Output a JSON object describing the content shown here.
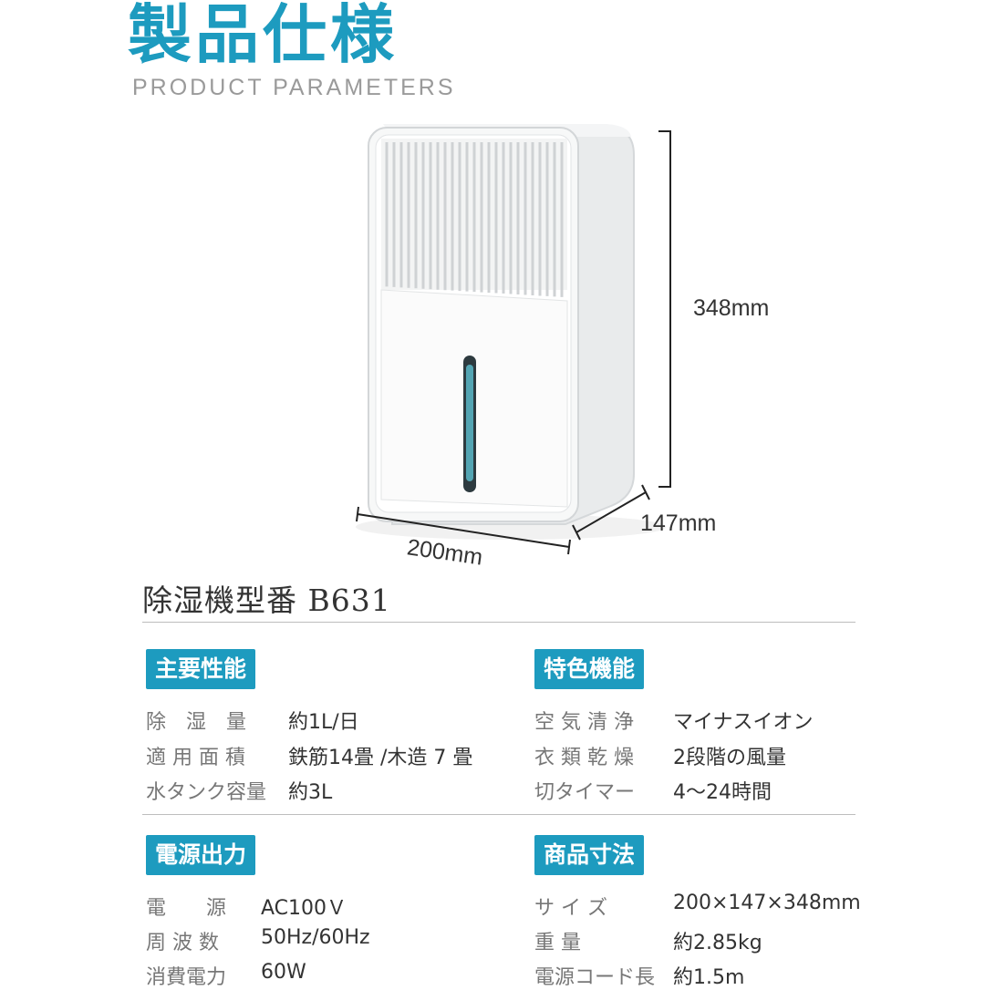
{
  "header": {
    "title": "製品仕様",
    "subtitle": "PRODUCT PARAMETERS"
  },
  "product": {
    "image": "dehumidifier-product-image",
    "height_label": "348mm",
    "depth_label": "147mm",
    "width_label": "200mm"
  },
  "model": "除湿機型番 B631",
  "sections": {
    "main_performance": {
      "title": "主要性能",
      "rows": [
        {
          "key": "除　湿　量",
          "value": "約1L/日"
        },
        {
          "key": "適 用 面 積",
          "value": "鉄筋14畳 /木造 7 畳"
        },
        {
          "key": "水タンク容量",
          "value": "約3L"
        }
      ]
    },
    "features": {
      "title": "特色機能",
      "rows": [
        {
          "key": "空 気 清 浄",
          "value": "マイナスイオン"
        },
        {
          "key": "衣 類 乾 燥",
          "value": "2段階の風量"
        },
        {
          "key": "切タイマー",
          "value": "4〜24時間"
        }
      ]
    },
    "power": {
      "title": "電源出力",
      "rows": [
        {
          "key": "電　　源",
          "value": "AC100Ｖ"
        },
        {
          "key": "周 波 数",
          "value": "50Hz/60Hz"
        },
        {
          "key": "消費電力",
          "value": "60W"
        }
      ]
    },
    "dimensions": {
      "title": "商品寸法",
      "rows": [
        {
          "key": "サ イ ズ",
          "value": "200×147×348mm"
        },
        {
          "key": "重 量",
          "value": "約2.85kg"
        },
        {
          "key": "電源コード長",
          "value": "約1.5m"
        }
      ]
    }
  },
  "colors": {
    "accent": "#1d9bbf",
    "text": "#333333",
    "muted": "#777777"
  }
}
